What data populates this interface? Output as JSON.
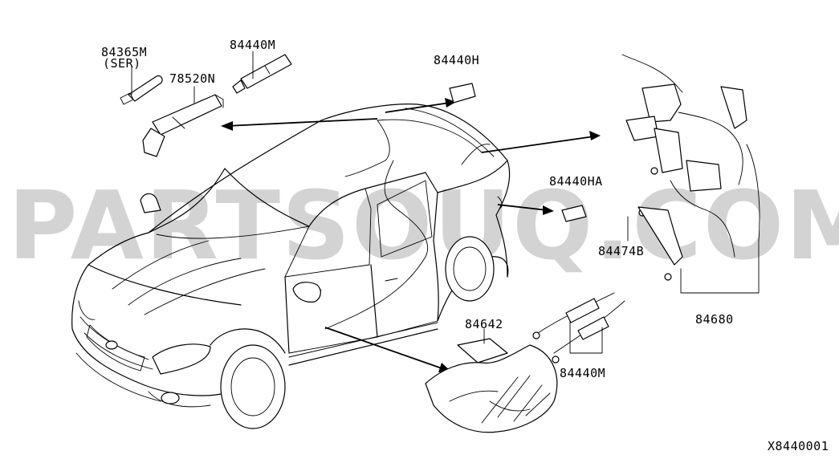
{
  "watermark": "PARTSOUQ.COM",
  "drawing_code": "X8440001",
  "labels": {
    "l84365m": "84365M",
    "ser": "(SER)",
    "l78520n": "78520N",
    "l84440m_top": "84440M",
    "l84440h": "84440H",
    "l84440ha": "84440HA",
    "l84474b": "84474B",
    "l84680": "84680",
    "l84642": "84642",
    "l84440m_bottom": "84440M"
  }
}
